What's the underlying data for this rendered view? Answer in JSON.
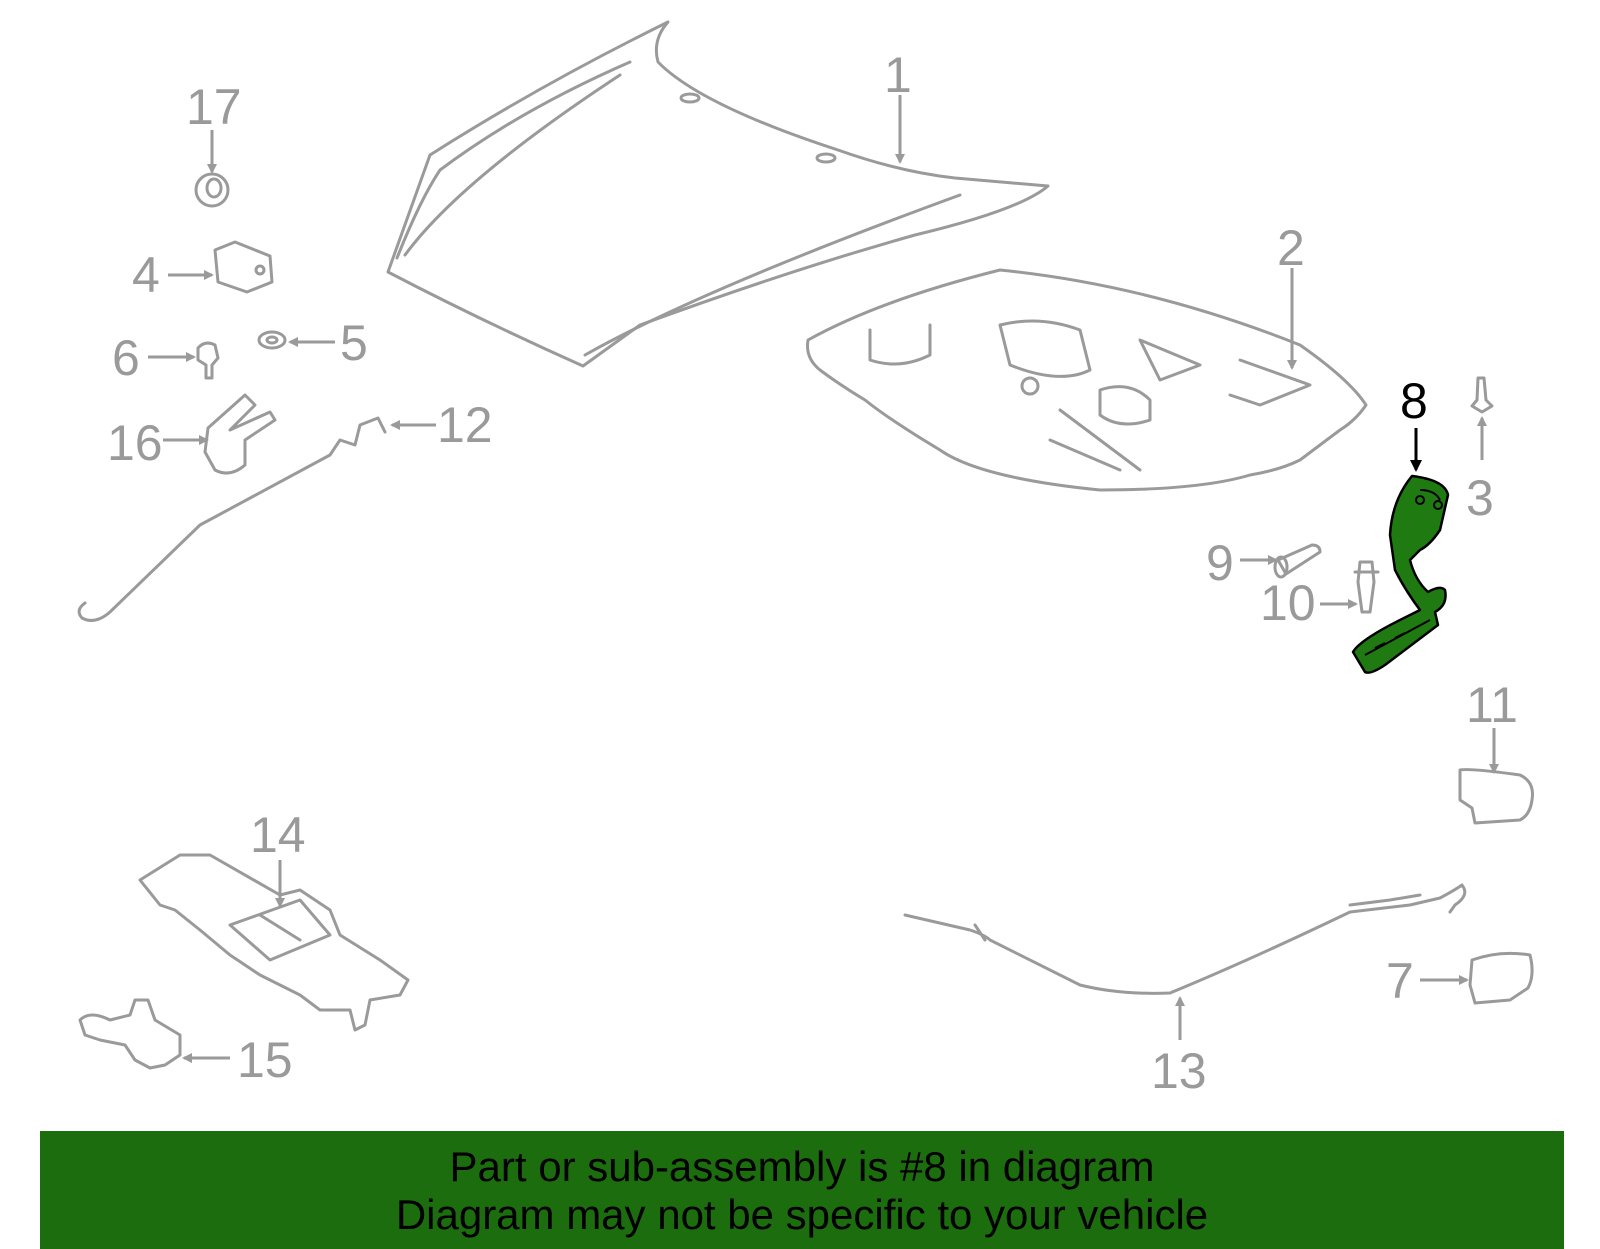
{
  "diagram": {
    "highlighted_part": "8",
    "callouts": [
      "1",
      "2",
      "3",
      "4",
      "5",
      "6",
      "7",
      "8",
      "9",
      "10",
      "11",
      "12",
      "13",
      "14",
      "15",
      "16",
      "17"
    ]
  },
  "banner": {
    "line1": "Part or sub-assembly is #8 in diagram",
    "line2": "Diagram may not be specific to your vehicle",
    "color": "#1c6d0e"
  },
  "colors": {
    "part_outline": "#9a9a9a",
    "highlight_fill": "#1f7a12"
  }
}
